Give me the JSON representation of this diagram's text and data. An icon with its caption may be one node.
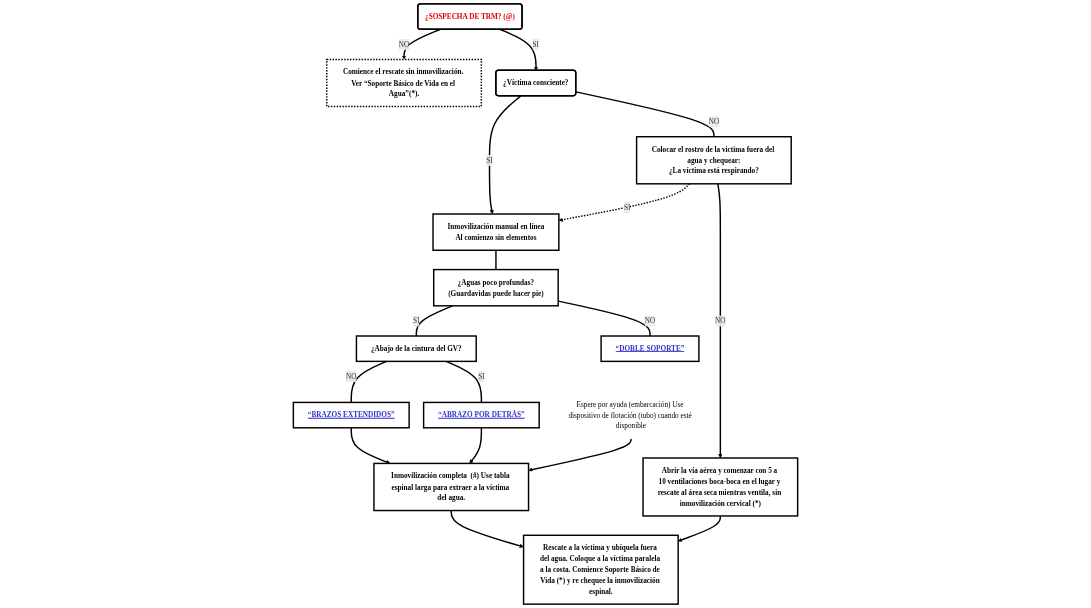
{
  "diagram": {
    "nodes": [
      {
        "text": [
          "Comience el rescate sin inmovilización. Ver “Soporte Básico de Vida en el Agua”(*)."
        ]
      },
      {
        "text": [
          "¿SOSPECHA DE TRM? (@)"
        ]
      },
      {
        "text": [
          "¿Víctima consciente?"
        ]
      },
      {
        "text": [
          "Inmovilización manual en línea",
          "Al comienzo sin elementos"
        ]
      },
      {
        "text": [
          "¿Aguas poco profundas?",
          "(Guardavidas puede hacer pie)"
        ]
      },
      {
        "text": [
          "¿Abajo de la cintura del GV?"
        ]
      },
      {
        "text": [
          "“DOBLE SOPORTE”"
        ]
      },
      {
        "text": [
          "“BRAZOS EXTENDIDOS”"
        ]
      },
      {
        "text": [
          "“ABRAZO POR DETRÁS”"
        ]
      },
      {
        "text": [
          "Espere por ayuda (embarcación) Use dispositivo de flotación (tubo) cuando esté disponible"
        ]
      },
      {
        "text": [
          "Inmovilización completa  (#) Use tabla espinal larga para extraer a la víctima del agua."
        ]
      },
      {
        "text": [
          "Colocar el rostro de la victima fuera del agua y chequear:",
          "¿La víctima está respirando?"
        ]
      },
      {
        "text": [
          "Abrir la vía aérea y comenzar con 5 a 10 ventilaciones boca-boca en el lugar y rescate al área seca mientras ventila, sin inmovilización cervical (*)"
        ]
      },
      {
        "text": [
          "Rescate a la víctima y ubíquela fuera del agua. Coloque a la víctima paralela a la costa. Comience Soporte Básico de Vida (*) y re chequee la inmovilización espinal."
        ]
      }
    ],
    "edges": [
      {
        "from": 1,
        "to": 0,
        "arrow": "to",
        "label": "NO"
      },
      {
        "from": 1,
        "to": 2,
        "arrow": "to",
        "label": "SI"
      },
      {
        "from": 2,
        "to": 3,
        "arrow": "to",
        "label": "SI"
      },
      {
        "from": 2,
        "to": 11,
        "arrow": "none",
        "label": "NO"
      },
      {
        "from": 11,
        "to": 3,
        "arrow": "to",
        "label": "SI",
        "style": "dashed"
      },
      {
        "from": 11,
        "to": 12,
        "arrow": "to",
        "label": "NO"
      },
      {
        "from": 3,
        "to": 4,
        "arrow": "none"
      },
      {
        "from": 4,
        "to": 5,
        "arrow": "none",
        "label": "SI"
      },
      {
        "from": 4,
        "to": 6,
        "arrow": "none",
        "label": "NO"
      },
      {
        "from": 5,
        "to": 7,
        "arrow": "none",
        "label": "NO"
      },
      {
        "from": 5,
        "to": 8,
        "arrow": "none",
        "label": "SI"
      },
      {
        "from": 7,
        "to": 10,
        "arrow": "to"
      },
      {
        "from": 8,
        "to": 10,
        "arrow": "to"
      },
      {
        "from": 9,
        "to": 10,
        "arrow": "to"
      },
      {
        "from": 10,
        "to": 13,
        "arrow": "to"
      },
      {
        "from": 12,
        "to": 13,
        "arrow": "to"
      }
    ]
  }
}
